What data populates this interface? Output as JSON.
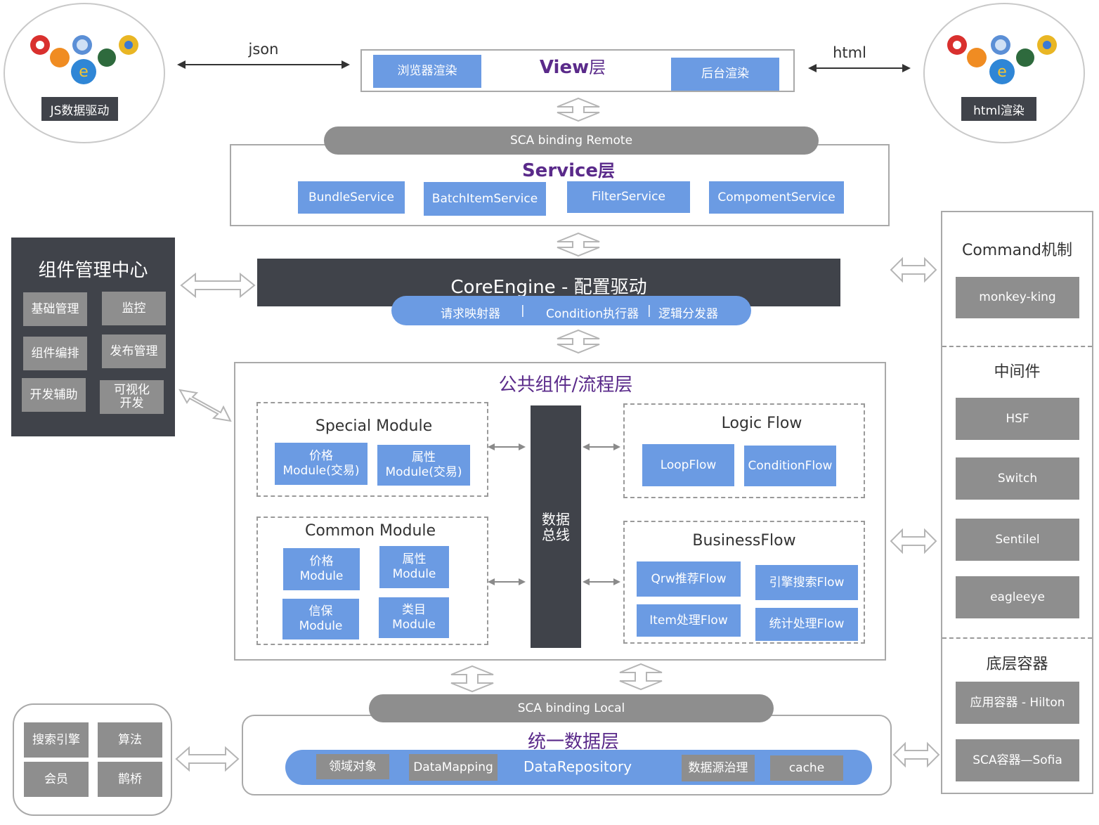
{
  "browsers_left": {
    "label": "JS数据驱动"
  },
  "browsers_right": {
    "label": "html渲染"
  },
  "arrow_left_label": "json",
  "arrow_right_label": "html",
  "view_layer": {
    "title_bold": "View",
    "title_suffix": "层",
    "left_box": "浏览器渲染",
    "right_box": "后台渲染"
  },
  "service_layer": {
    "binding": "SCA  binding Remote",
    "title_bold": "Service",
    "title_suffix": "层",
    "items": [
      "BundleService",
      "BatchItemService",
      "FilterService",
      "CompomentService"
    ]
  },
  "core_engine": {
    "title": "CoreEngine - 配置驱动",
    "bar_items": [
      "请求映射器",
      "|",
      "Condition执行器",
      "|",
      "逻辑分发器"
    ]
  },
  "component_center": {
    "title": "组件管理中心",
    "items": [
      "基础管理",
      "监控",
      "组件编排",
      "发布管理",
      "开发辅助",
      "可视化\n开发"
    ]
  },
  "common_layer": {
    "title": "公共组件/流程层",
    "special_module": {
      "title": "Special Module",
      "items": [
        "价格\nModule(交易)",
        "属性\nModule(交易)"
      ]
    },
    "common_module": {
      "title": "Common Module",
      "items": [
        "价格\nModule",
        "属性\nModule",
        "信保\nModule",
        "类目\nModule"
      ]
    },
    "data_bus": "数据\n总线",
    "logic_flow": {
      "title": "Logic Flow",
      "items": [
        "LoopFlow",
        "ConditionFlow"
      ]
    },
    "business_flow": {
      "title": "BusinessFlow",
      "items": [
        "Qrw推荐Flow",
        "引擎搜索Flow",
        "Item处理Flow",
        "统计处理Flow"
      ]
    }
  },
  "data_layer": {
    "binding": "SCA  binding Local",
    "title": "统一数据层",
    "items": [
      "领域对象",
      "DataMapping",
      "DataRepository",
      "数据源治理",
      "cache"
    ]
  },
  "external": {
    "items": [
      "搜索引擎",
      "算法",
      "会员",
      "鹊桥"
    ]
  },
  "right_panel": {
    "command": {
      "title": "Command机制",
      "items": [
        "monkey-king"
      ]
    },
    "middleware": {
      "title": "中间件",
      "items": [
        "HSF",
        "Switch",
        "Sentilel",
        "eagleeye"
      ]
    },
    "container": {
      "title": "底层容器",
      "items": [
        "应用容器 - Hilton",
        "SCA容器—Sofia"
      ]
    }
  },
  "colors": {
    "accent_blue": "#6b9be3",
    "gray": "#8e8e8e",
    "dark": "#40434a",
    "purple": "#5a2a8a"
  }
}
